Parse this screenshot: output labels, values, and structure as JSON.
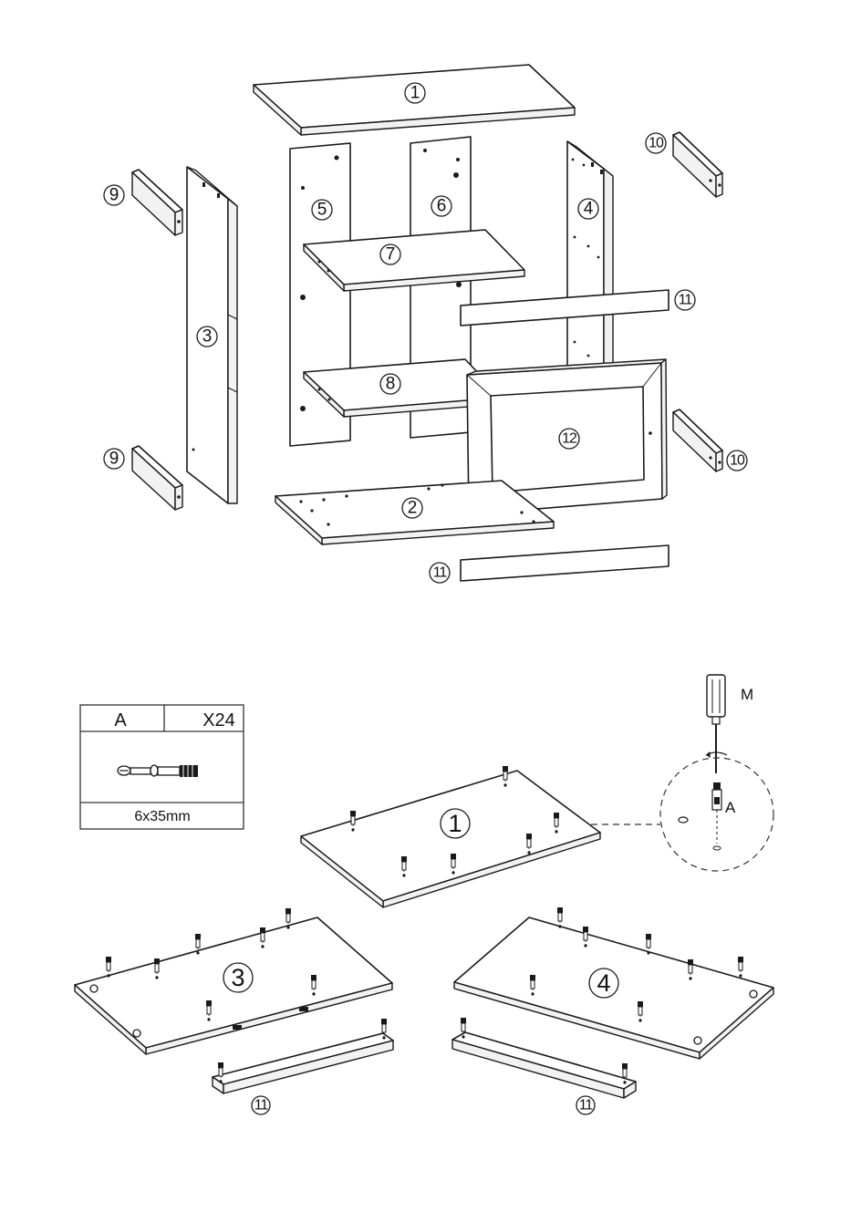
{
  "exploded_view": {
    "labels": [
      "1",
      "2",
      "3",
      "4",
      "5",
      "6",
      "7",
      "8",
      "9",
      "9",
      "10",
      "10",
      "11",
      "11",
      "12"
    ]
  },
  "hardware": {
    "part_letter": "A",
    "quantity": "X24",
    "size": "6x35mm"
  },
  "tool": {
    "label": "M",
    "detail_label": "A"
  },
  "assembly_view": {
    "labels": [
      "1",
      "3",
      "4",
      "11",
      "11"
    ]
  }
}
